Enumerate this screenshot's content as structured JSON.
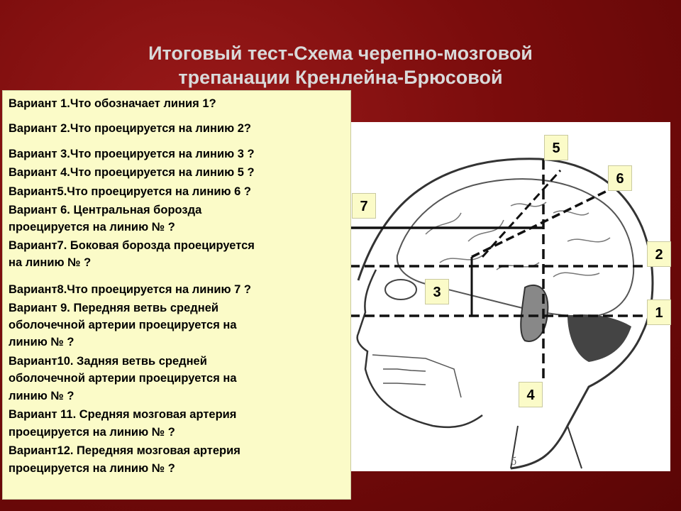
{
  "title": {
    "line1": "Итоговый тест-Схема черепно-мозговой",
    "line2": "трепанации Кренлейна-Брюсовой"
  },
  "questions": [
    "Вариант 1.Что обозначает линия 1?",
    "Вариант 2.Что проецируется на линию 2?",
    "Вариант 3.Что проецируется на линию 3 ?",
    "Вариант 4.Что проецируется на линию 5 ?",
    "Вариант5.Что проецируется на линию 6 ?",
    "Вариант 6. Центральная борозда",
    "проецируется на линию № ?",
    "Вариант7. Боковая борозда проецируется",
    "на линию № ?",
    "Вариант8.Что проецируется на линию 7 ?",
    "Вариант 9. Передняя ветвь средней",
    "оболочечной артерии проецируется на",
    "линию № ?",
    "Вариант10. Задняя ветвь средней",
    "оболочечной артерии проецируется на",
    "линию № ?",
    "Вариант 11. Средняя мозговая артерия",
    "проецируется на линию № ?",
    "Вариант12. Передняя мозговая артерия",
    "проецируется на линию № ?"
  ],
  "labels": {
    "l1": "1",
    "l2": "2",
    "l3": "3",
    "l4": "4",
    "l5": "5",
    "l6": "6",
    "l7": "7"
  },
  "figure_caption": "б"
}
